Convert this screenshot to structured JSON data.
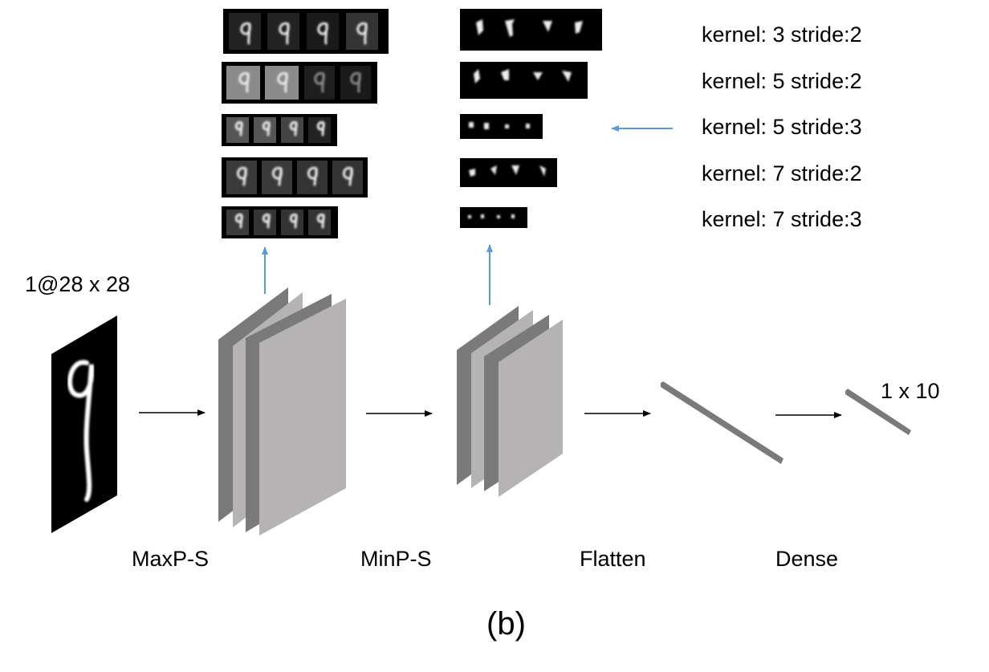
{
  "input_label": "1@28 x 28",
  "output_label": "1 x 10",
  "stages": [
    "MaxP-S",
    "MinP-S",
    "Flatten",
    "Dense"
  ],
  "configs": [
    "kernel: 3 stride:2",
    "kernel: 5 stride:2",
    "kernel: 5 stride:3",
    "kernel: 7 stride:2",
    "kernel: 7 stride:3"
  ],
  "caption": "(b)",
  "colors": {
    "arrow": "#000000",
    "blue_arrow": "#5b9bd5",
    "layer_dark": "#7a7a7a",
    "layer_light": "#b5b3b3",
    "feature_bg": "#000000"
  }
}
